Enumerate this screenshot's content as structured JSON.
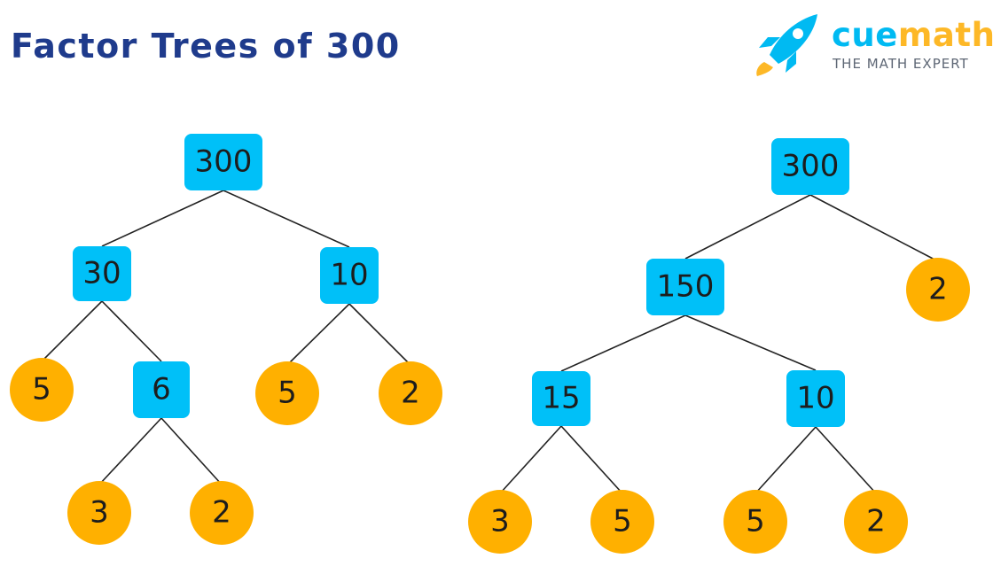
{
  "title": "Factor Trees of 300",
  "logo": {
    "brand_part1": "cue",
    "brand_part2": "math",
    "tagline": "THE MATH EXPERT",
    "icon": "rocket-icon"
  },
  "colors": {
    "composite": "#00c0f8",
    "prime": "#ffb000",
    "title": "#1f3b8c",
    "edge": "#222222"
  },
  "trees": [
    {
      "nodes": [
        {
          "id": "t1-300",
          "label": "300",
          "kind": "composite"
        },
        {
          "id": "t1-30",
          "label": "30",
          "kind": "composite"
        },
        {
          "id": "t1-10",
          "label": "10",
          "kind": "composite"
        },
        {
          "id": "t1-5a",
          "label": "5",
          "kind": "prime"
        },
        {
          "id": "t1-6",
          "label": "6",
          "kind": "composite"
        },
        {
          "id": "t1-5b",
          "label": "5",
          "kind": "prime"
        },
        {
          "id": "t1-2a",
          "label": "2",
          "kind": "prime"
        },
        {
          "id": "t1-3",
          "label": "3",
          "kind": "prime"
        },
        {
          "id": "t1-2b",
          "label": "2",
          "kind": "prime"
        }
      ],
      "edges": [
        [
          "t1-300",
          "t1-30"
        ],
        [
          "t1-300",
          "t1-10"
        ],
        [
          "t1-30",
          "t1-5a"
        ],
        [
          "t1-30",
          "t1-6"
        ],
        [
          "t1-10",
          "t1-5b"
        ],
        [
          "t1-10",
          "t1-2a"
        ],
        [
          "t1-6",
          "t1-3"
        ],
        [
          "t1-6",
          "t1-2b"
        ]
      ]
    },
    {
      "nodes": [
        {
          "id": "t2-300",
          "label": "300",
          "kind": "composite"
        },
        {
          "id": "t2-150",
          "label": "150",
          "kind": "composite"
        },
        {
          "id": "t2-2a",
          "label": "2",
          "kind": "prime"
        },
        {
          "id": "t2-15",
          "label": "15",
          "kind": "composite"
        },
        {
          "id": "t2-10",
          "label": "10",
          "kind": "composite"
        },
        {
          "id": "t2-3",
          "label": "3",
          "kind": "prime"
        },
        {
          "id": "t2-5a",
          "label": "5",
          "kind": "prime"
        },
        {
          "id": "t2-5b",
          "label": "5",
          "kind": "prime"
        },
        {
          "id": "t2-2b",
          "label": "2",
          "kind": "prime"
        }
      ],
      "edges": [
        [
          "t2-300",
          "t2-150"
        ],
        [
          "t2-300",
          "t2-2a"
        ],
        [
          "t2-150",
          "t2-15"
        ],
        [
          "t2-150",
          "t2-10"
        ],
        [
          "t2-15",
          "t2-3"
        ],
        [
          "t2-15",
          "t2-5a"
        ],
        [
          "t2-10",
          "t2-5b"
        ],
        [
          "t2-10",
          "t2-2b"
        ]
      ]
    }
  ]
}
